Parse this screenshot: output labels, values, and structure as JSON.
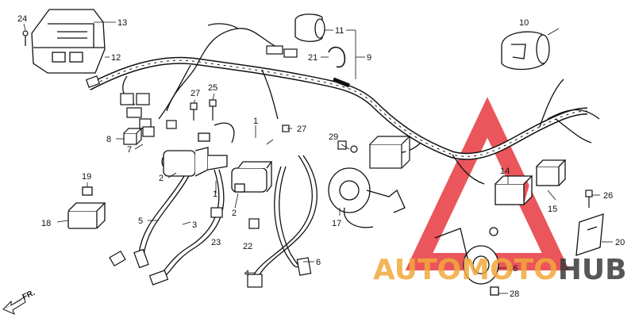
{
  "diagram": {
    "labels": {
      "n1": "1",
      "n2": "2",
      "n3": "3",
      "n4": "4",
      "n5": "5",
      "n6": "6",
      "n7": "7",
      "n8": "8",
      "n9": "9",
      "n10": "10",
      "n11": "11",
      "n12": "12",
      "n13": "13",
      "n14": "14",
      "n15": "15",
      "n16": "16",
      "n17": "17",
      "n18": "18",
      "n19": "19",
      "n20": "20",
      "n21": "21",
      "n22": "22",
      "n23": "23",
      "n24": "24",
      "n25": "25",
      "n26": "26",
      "n27": "27",
      "n28": "28",
      "n29": "29"
    },
    "direction": "FR."
  },
  "watermark": {
    "part1": "AUTO",
    "part2": "MOTO",
    "part3": "HUB",
    "colors": {
      "orange": "#f2a93b",
      "dark": "#333333",
      "red": "#e31e24"
    }
  }
}
